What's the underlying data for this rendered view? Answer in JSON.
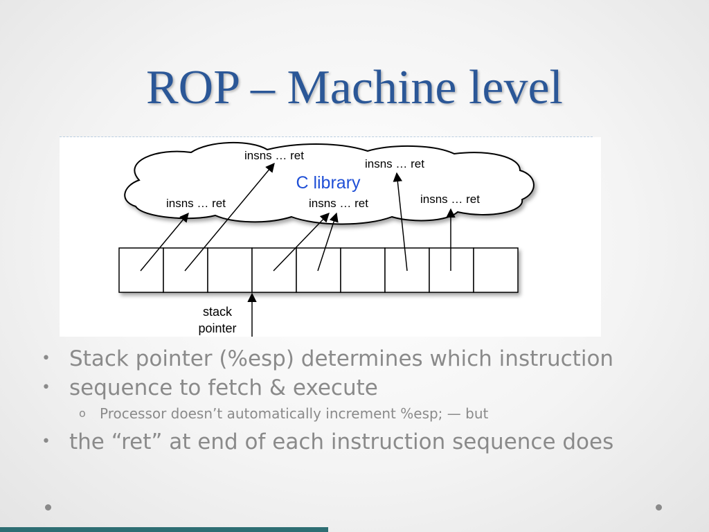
{
  "slide": {
    "title": "ROP – Machine level"
  },
  "diagram": {
    "cloud_label": "C library",
    "gadgets": [
      "insns … ret",
      "insns … ret",
      "insns … ret",
      "insns … ret",
      "insns … ret"
    ],
    "stack_pointer_label_line1": "stack",
    "stack_pointer_label_line2": "pointer",
    "stack_cell_count": 9
  },
  "bullets": [
    {
      "level": 1,
      "text": "Stack pointer (%esp) determines which instruction"
    },
    {
      "level": 1,
      "text": "sequence to fetch & execute"
    },
    {
      "level": 2,
      "text": "Processor doesn’t automatically increment %esp; — but"
    },
    {
      "level": 1,
      "text": "the “ret” at end of each instruction sequence does"
    }
  ],
  "markers": {
    "bullet_level1": "•",
    "bullet_level2": "o"
  },
  "colors": {
    "title": "#2b5797",
    "accent_bar": "#2e6e73",
    "library_label": "#1f4fd6",
    "body_text": "#8a8a8a"
  }
}
